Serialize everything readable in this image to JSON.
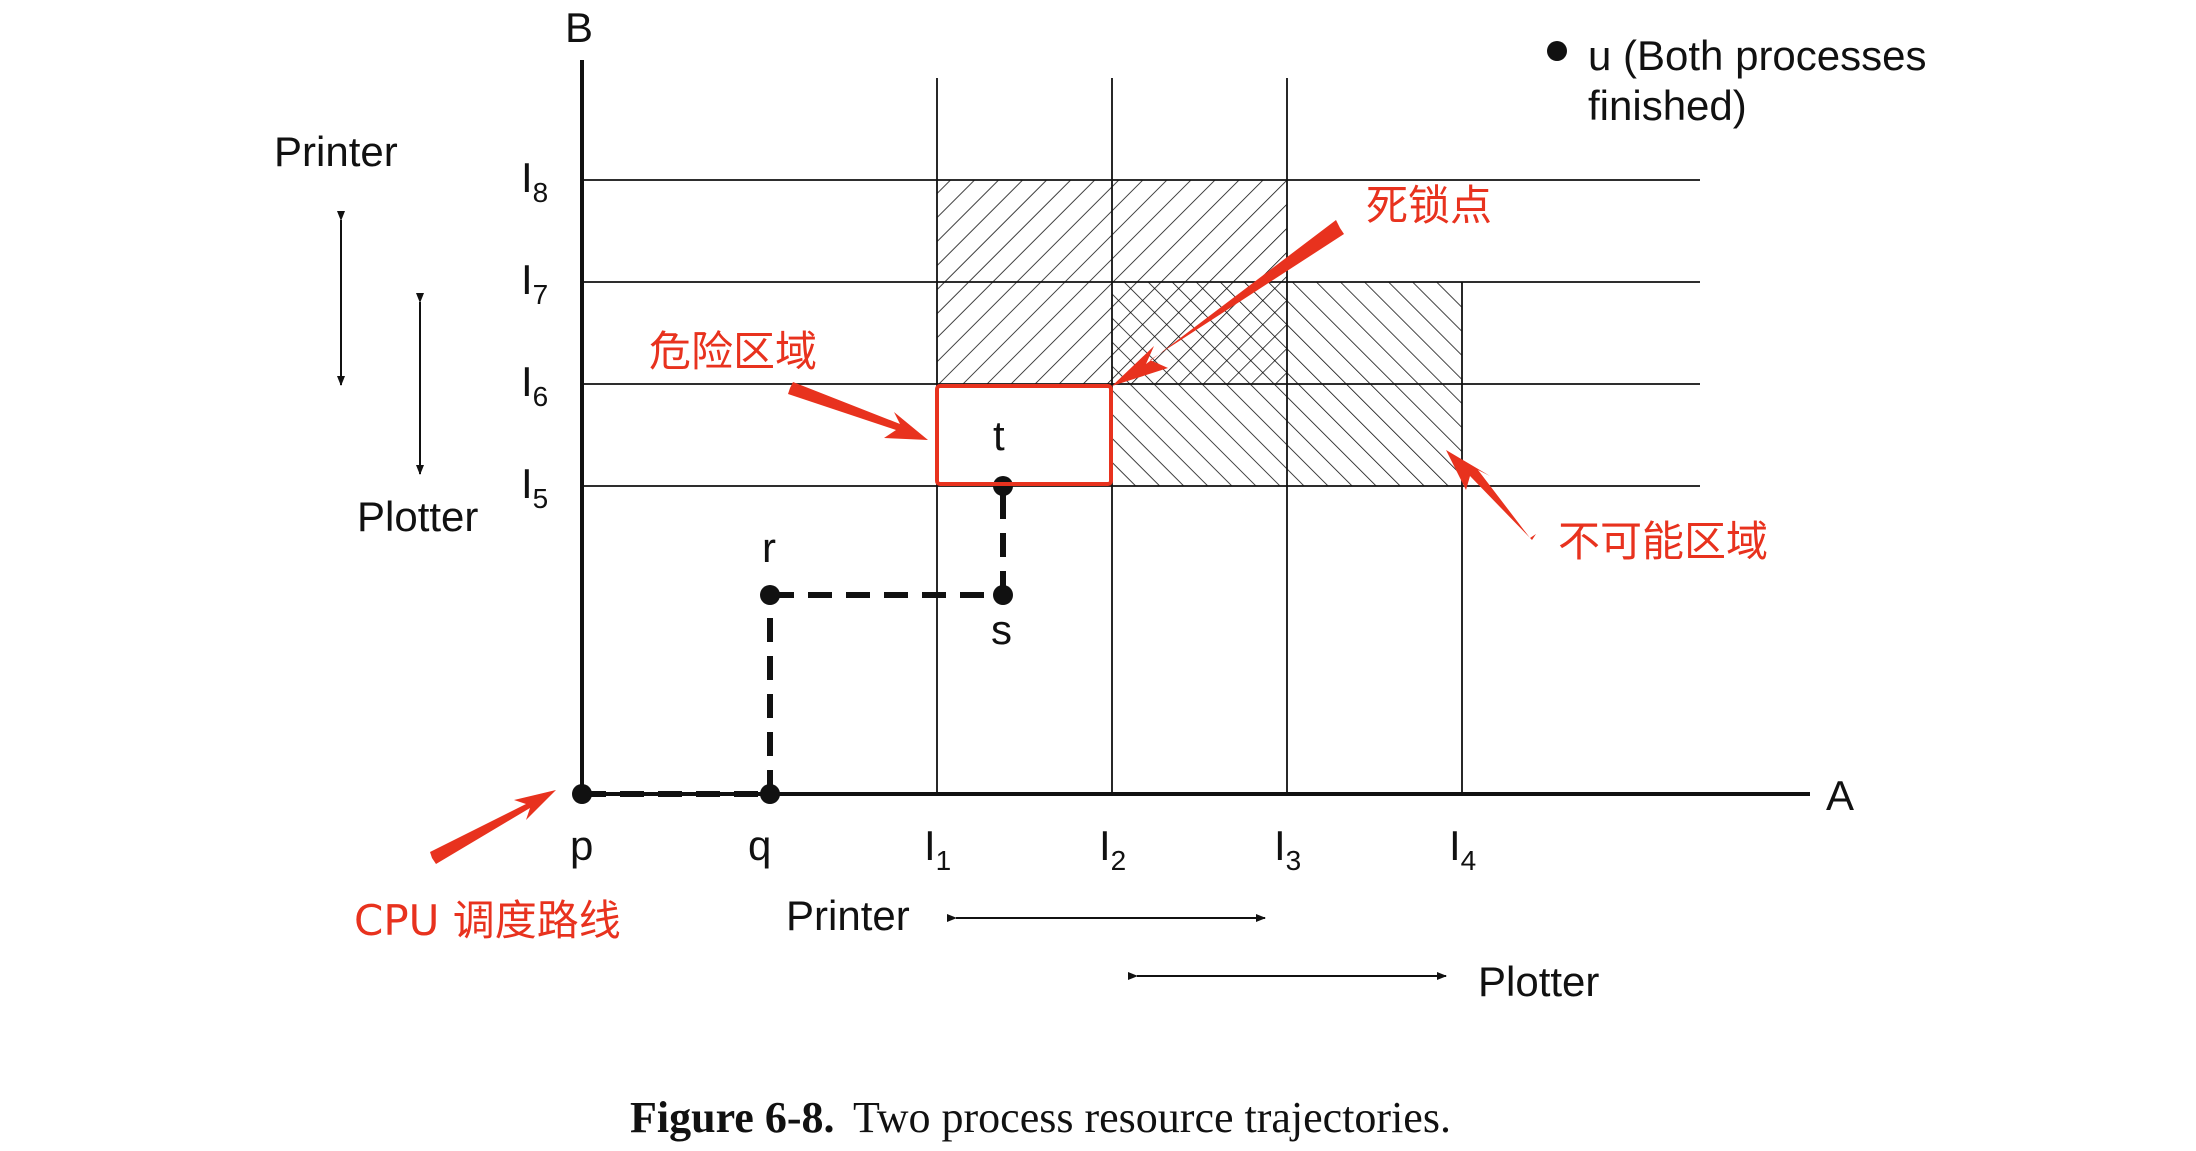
{
  "axes": {
    "vertical_label": "B",
    "horizontal_label": "A"
  },
  "horizontal_ticks": [
    {
      "base": "I",
      "sub": "1"
    },
    {
      "base": "I",
      "sub": "2"
    },
    {
      "base": "I",
      "sub": "3"
    },
    {
      "base": "I",
      "sub": "4"
    }
  ],
  "vertical_ticks": [
    {
      "base": "I",
      "sub": "5"
    },
    {
      "base": "I",
      "sub": "6"
    },
    {
      "base": "I",
      "sub": "7"
    },
    {
      "base": "I",
      "sub": "8"
    }
  ],
  "points": {
    "p": "p",
    "q": "q",
    "r": "r",
    "s": "s",
    "t": "t"
  },
  "legend": {
    "line1": "u (Both processes",
    "line2": "finished)"
  },
  "resource_ranges": {
    "b_printer": "Printer",
    "b_plotter": "Plotter",
    "a_printer": "Printer",
    "a_plotter": "Plotter"
  },
  "annotations": {
    "deadlock_point": "死锁点",
    "danger_zone": "危险区域",
    "impossible_zone": "不可能区域",
    "cpu_path": "CPU 调度路线"
  },
  "caption": {
    "figure_number": "Figure 6-8.",
    "text": "Two process resource trajectories."
  },
  "colors": {
    "ink": "#111111",
    "annotation_red": "#e8321e"
  }
}
